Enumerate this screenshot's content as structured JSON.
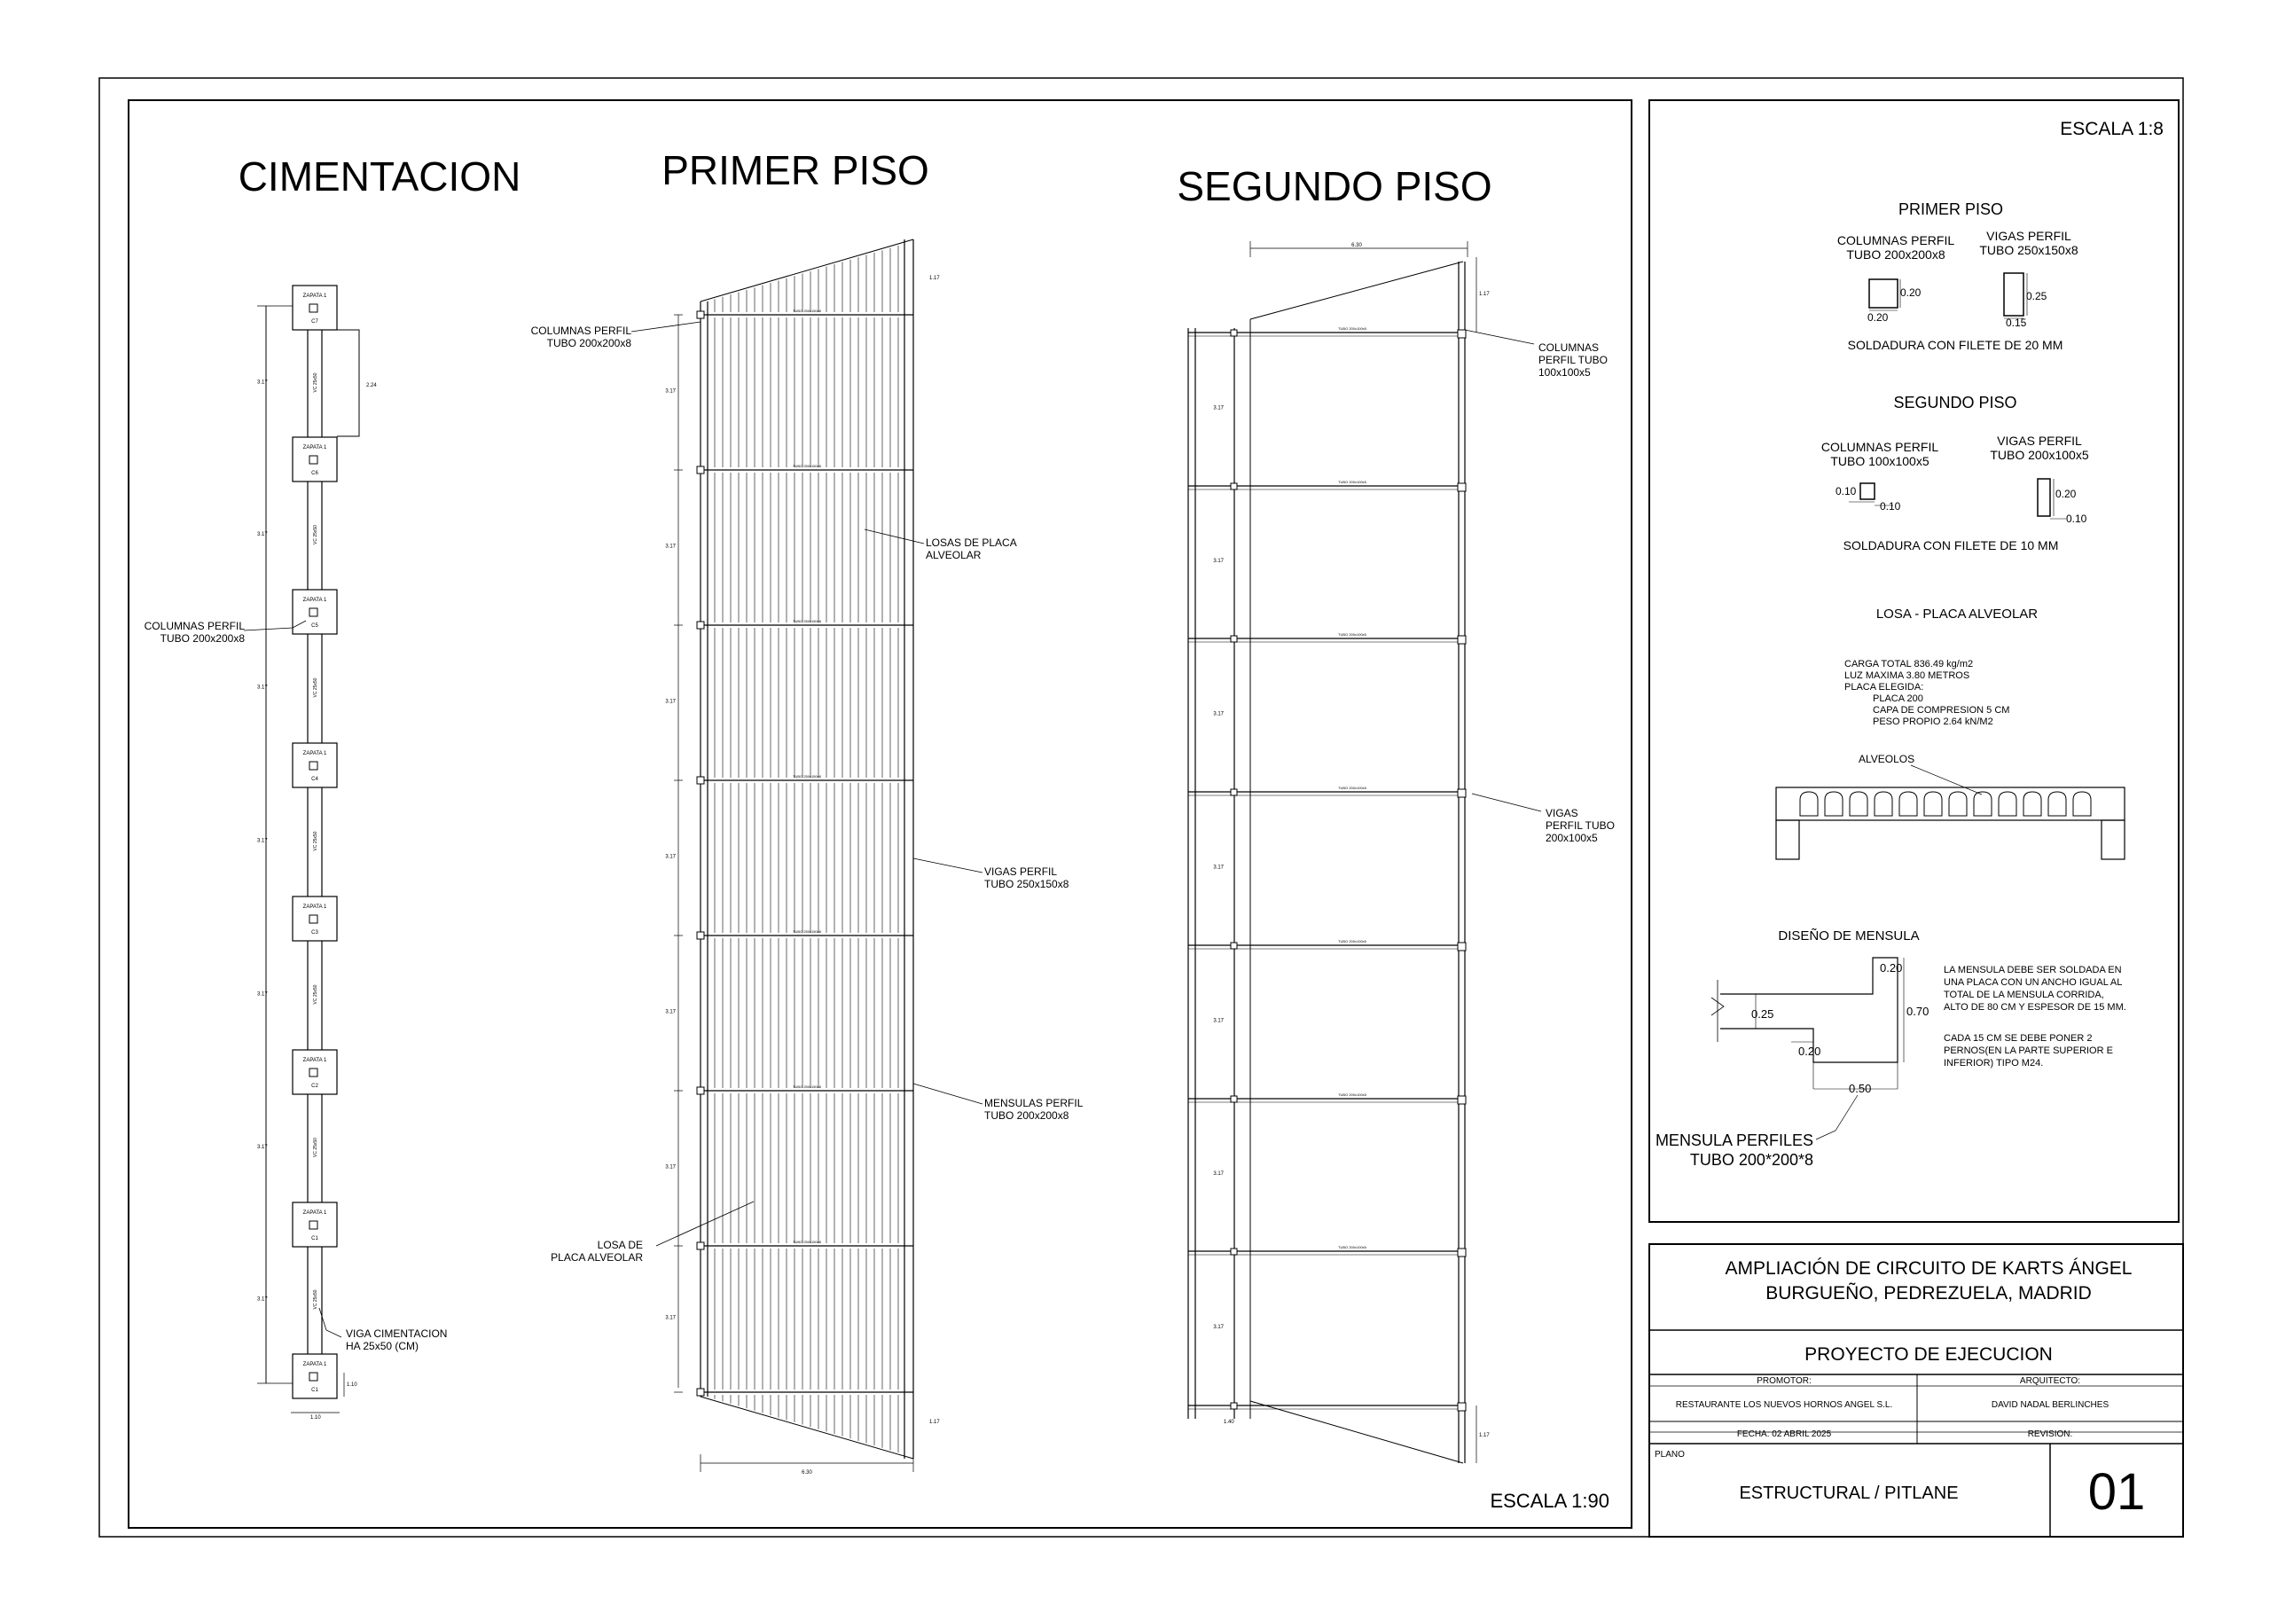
{
  "titles": {
    "cimentacion": "CIMENTACION",
    "primer_piso": "PRIMER PISO",
    "segundo_piso": "SEGUNDO PISO",
    "escala_main": "ESCALA 1:90",
    "escala_detail": "ESCALA 1:8"
  },
  "cimentacion": {
    "zapata_label": "ZAPATA 1",
    "footing_ids": [
      "C7",
      "C6",
      "C5",
      "C4",
      "C3",
      "C2",
      "C1",
      "C1"
    ],
    "dims": [
      "3.17",
      "3.17",
      "3.17",
      "3.17",
      "3.17",
      "3.17",
      "3.17"
    ],
    "right_dim": "2.24",
    "beam_label": "VC 25x50",
    "callout_columns": [
      "COLUMNAS PERFIL",
      "TUBO 200x200x8"
    ],
    "callout_viga": [
      "VIGA CIMENTACION",
      "HA 25x50 (CM)"
    ],
    "bottom_dim": "1.10",
    "small_dim": "1.10"
  },
  "primer_piso": {
    "callout_columns": [
      "COLUMNAS PERFIL",
      "TUBO 200x200x8"
    ],
    "callout_losas": [
      "LOSAS DE PLACA",
      "ALVEOLAR"
    ],
    "callout_vigas": [
      "VIGAS PERFIL",
      "TUBO 250x150x8"
    ],
    "callout_mensulas": [
      "MENSULAS PERFIL",
      "TUBO 200x200x8"
    ],
    "callout_losa": [
      "LOSA DE",
      "PLACA ALVEOLAR"
    ],
    "dims": [
      "3.17",
      "3.17",
      "3.17",
      "3.17",
      "3.17",
      "3.17",
      "3.17"
    ],
    "tube_label": "TUBO 250x150x8",
    "corner_dim": "1.17",
    "bottom_dim": "6.30"
  },
  "segundo_piso": {
    "callout_columns": [
      "COLUMNAS",
      "PERFIL TUBO",
      "100x100x5"
    ],
    "callout_vigas": [
      "VIGAS",
      "PERFIL TUBO",
      "200x100x5"
    ],
    "dims": [
      "3.17",
      "3.17",
      "3.17",
      "3.17",
      "3.17",
      "3.17",
      "3.17"
    ],
    "tube_label": "TUBO 200x100x5",
    "top_dim": "6.30",
    "corner_dim": "1.17",
    "bottom_dim": "1.40"
  },
  "detail": {
    "primer_piso": {
      "title": "PRIMER PISO",
      "col_label": [
        "COLUMNAS PERFIL",
        "TUBO 200x200x8"
      ],
      "viga_label": [
        "VIGAS PERFIL",
        "TUBO 250x150x8"
      ],
      "col_dims": [
        "0.20",
        "0.20"
      ],
      "viga_dims": [
        "0.25",
        "0.15"
      ],
      "weld": "SOLDADURA CON FILETE DE 20 MM"
    },
    "segundo_piso": {
      "title": "SEGUNDO PISO",
      "col_label": [
        "COLUMNAS PERFIL",
        "TUBO 100x100x5"
      ],
      "viga_label": [
        "VIGAS PERFIL",
        "TUBO 200x100x5"
      ],
      "col_dims": [
        "0.10",
        "0.10"
      ],
      "viga_dims": [
        "0.20",
        "0.10"
      ],
      "weld": "SOLDADURA CON FILETE DE 10 MM"
    },
    "losa": {
      "title": "LOSA - PLACA ALVEOLAR",
      "lines": [
        "CARGA TOTAL 836.49 kg/m2",
        "LUZ MAXIMA 3.80 METROS",
        "PLACA ELEGIDA:"
      ],
      "indented": [
        "PLACA 200",
        "CAPA DE COMPRESION 5 CM",
        "PESO PROPIO 2.64 kN/M2"
      ],
      "alveolos": "ALVEOLOS"
    },
    "mensula": {
      "title": "DISEÑO DE MENSULA",
      "dims": [
        "0.20",
        "0.25",
        "0.70",
        "0.20",
        "0.50"
      ],
      "note1": [
        "LA MENSULA DEBE SER SOLDADA EN",
        "UNA PLACA CON UN ANCHO IGUAL AL",
        "TOTAL DE LA MENSULA CORRIDA,",
        "ALTO DE 80 CM Y ESPESOR DE 15 MM."
      ],
      "note2": [
        "CADA 15 CM SE DEBE PONER 2",
        "PERNOS(EN LA PARTE SUPERIOR E",
        "INFERIOR) TIPO M24."
      ],
      "callout": [
        "MENSULA PERFILES",
        "TUBO 200*200*8"
      ]
    }
  },
  "title_block": {
    "project": [
      "AMPLIACIÓN DE CIRCUITO DE KARTS ÁNGEL",
      "BURGUEÑO, PEDREZUELA, MADRID"
    ],
    "phase": "PROYECTO DE EJECUCION",
    "promotor_label": "PROMOTOR:",
    "promotor": "RESTAURANTE LOS NUEVOS HORNOS ANGEL S.L.",
    "arquitecto_label": "ARQUITECTO:",
    "arquitecto": "DAVID NADAL BERLINCHES",
    "fecha": "FECHA: 02 ABRIL 2025",
    "revision": "REVISION:",
    "plano_label": "PLANO",
    "plano": "ESTRUCTURAL / PITLANE",
    "number": "01"
  }
}
